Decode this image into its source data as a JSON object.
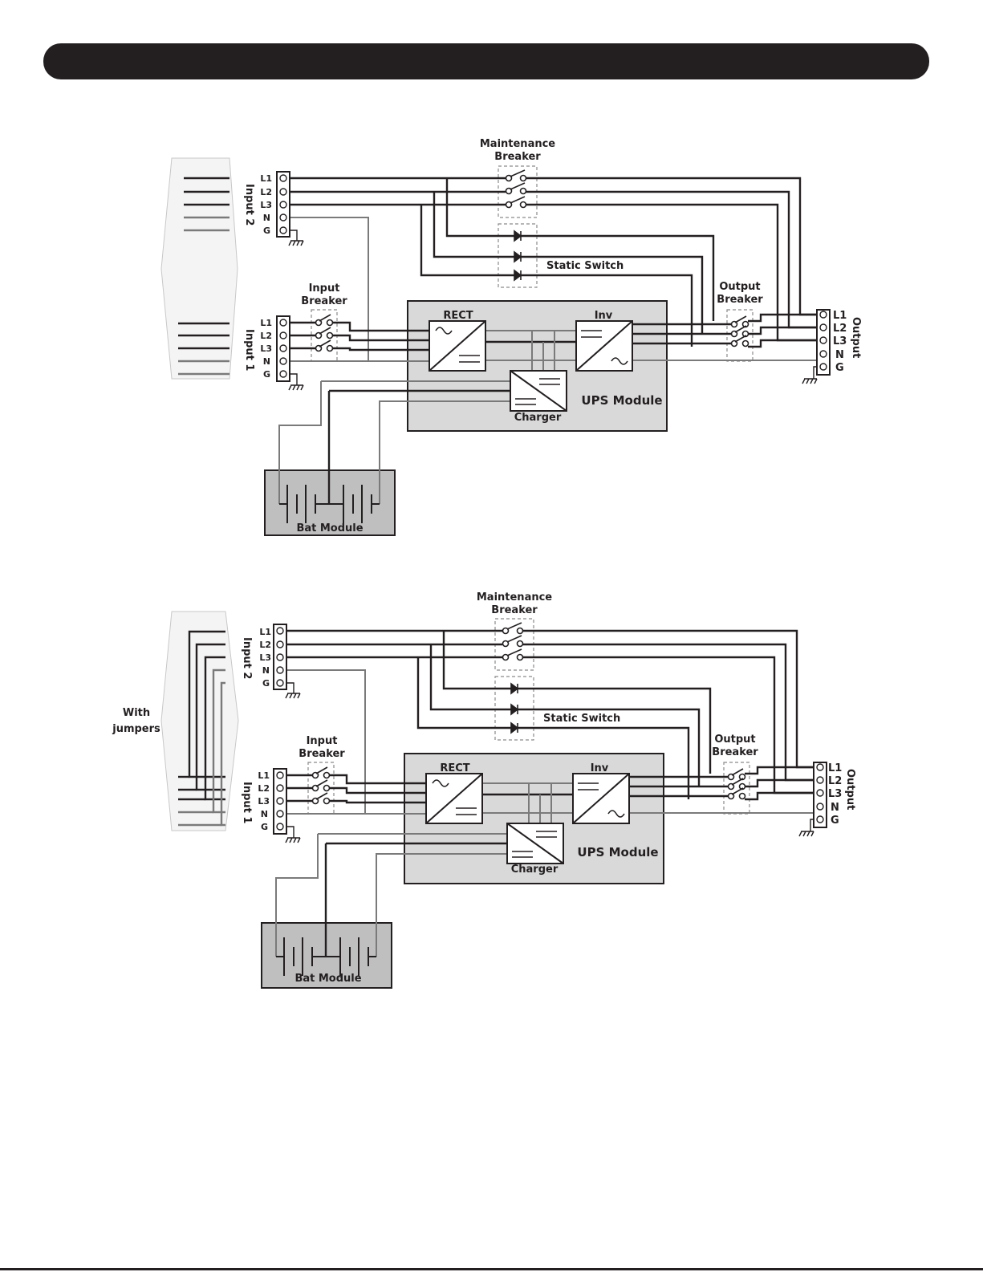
{
  "colors": {
    "wire_dark": "#231f20",
    "wire_gray": "#7a7a7a",
    "module_fill": "#d9d9d9",
    "battery_fill": "#bfbfbf",
    "panel_fill": "#f4f4f4",
    "header": "#231f20"
  },
  "diagram": {
    "terminal_labels": [
      "L1",
      "L2",
      "L3",
      "N",
      "G"
    ],
    "input2_label": "Input 2",
    "input1_label": "Input 1",
    "output_label": "Output",
    "maintenance_label_1": "Maintenance",
    "maintenance_label_2": "Breaker",
    "static_switch_label": "Static Switch",
    "input_breaker_label_1": "Input",
    "input_breaker_label_2": "Breaker",
    "output_breaker_label_1": "Output",
    "output_breaker_label_2": "Breaker",
    "rect_label": "RECT",
    "inv_label": "Inv",
    "charger_label": "Charger",
    "ups_module_label": "UPS Module",
    "bat_module_label": "Bat Module"
  },
  "jumpers_note": {
    "line1": "With",
    "line2": "jumpers"
  }
}
